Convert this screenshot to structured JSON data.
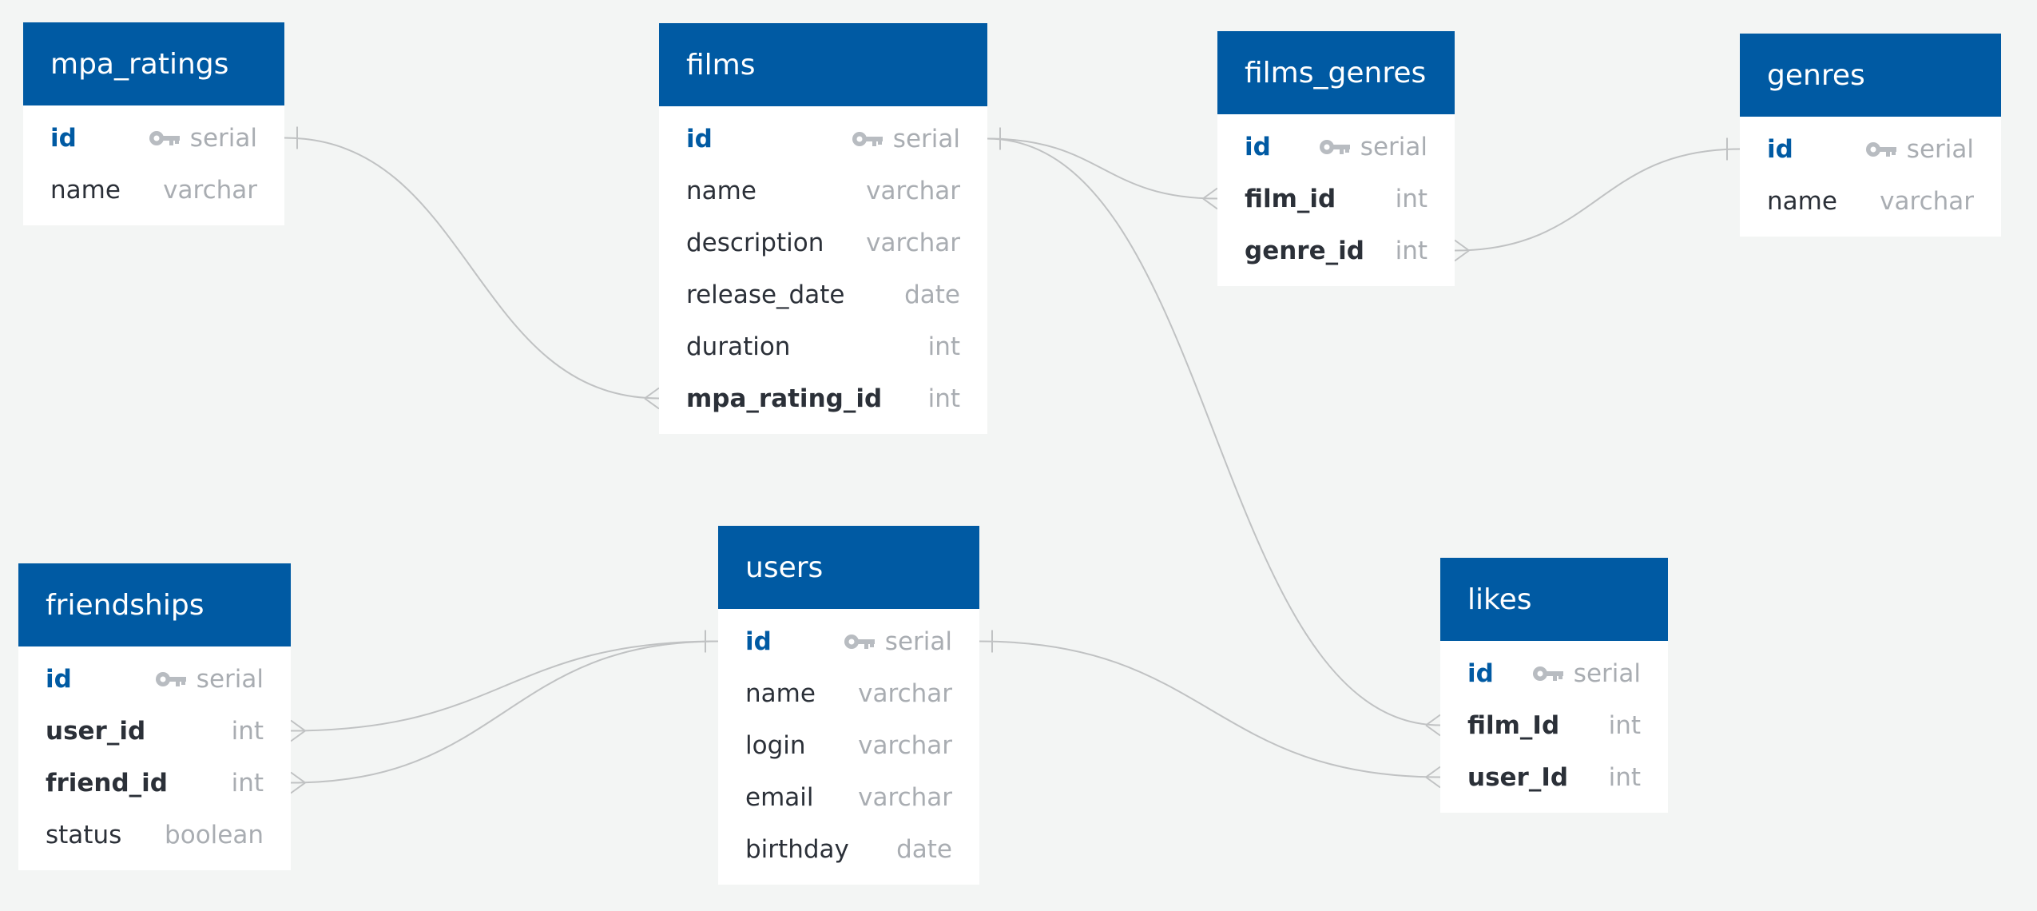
{
  "colors": {
    "header": "#005aa3",
    "pk": "#005aa3",
    "text": "#2b3038",
    "type": "#a9adb2",
    "line": "#c0c2c3",
    "background": "#f3f5f4"
  },
  "icons": {
    "primary_key": "key-icon"
  },
  "tables": {
    "mpa_ratings": {
      "title": "mpa_ratings",
      "fields": [
        {
          "name": "id",
          "type": "serial",
          "pk": true
        },
        {
          "name": "name",
          "type": "varchar"
        }
      ]
    },
    "films": {
      "title": "films",
      "fields": [
        {
          "name": "id",
          "type": "serial",
          "pk": true
        },
        {
          "name": "name",
          "type": "varchar"
        },
        {
          "name": "description",
          "type": "varchar"
        },
        {
          "name": "release_date",
          "type": "date"
        },
        {
          "name": "duration",
          "type": "int"
        },
        {
          "name": "mpa_rating_id",
          "type": "int",
          "fk": true
        }
      ]
    },
    "films_genres": {
      "title": "films_genres",
      "fields": [
        {
          "name": "id",
          "type": "serial",
          "pk": true
        },
        {
          "name": "film_id",
          "type": "int",
          "fk": true
        },
        {
          "name": "genre_id",
          "type": "int",
          "fk": true
        }
      ]
    },
    "genres": {
      "title": "genres",
      "fields": [
        {
          "name": "id",
          "type": "serial",
          "pk": true
        },
        {
          "name": "name",
          "type": "varchar"
        }
      ]
    },
    "friendships": {
      "title": "friendships",
      "fields": [
        {
          "name": "id",
          "type": "serial",
          "pk": true
        },
        {
          "name": "user_id",
          "type": "int",
          "fk": true
        },
        {
          "name": "friend_id",
          "type": "int",
          "fk": true
        },
        {
          "name": "status",
          "type": "boolean"
        }
      ]
    },
    "users": {
      "title": "users",
      "fields": [
        {
          "name": "id",
          "type": "serial",
          "pk": true
        },
        {
          "name": "name",
          "type": "varchar"
        },
        {
          "name": "login",
          "type": "varchar"
        },
        {
          "name": "email",
          "type": "varchar"
        },
        {
          "name": "birthday",
          "type": "date"
        }
      ]
    },
    "likes": {
      "title": "likes",
      "fields": [
        {
          "name": "id",
          "type": "serial",
          "pk": true
        },
        {
          "name": "film_Id",
          "type": "int",
          "fk": true
        },
        {
          "name": "user_Id",
          "type": "int",
          "fk": true
        }
      ]
    }
  },
  "relations": [
    {
      "from": "mpa_ratings.id",
      "to": "films.mpa_rating_id",
      "cardinality": "one-to-many"
    },
    {
      "from": "films.id",
      "to": "films_genres.film_id",
      "cardinality": "one-to-many"
    },
    {
      "from": "genres.id",
      "to": "films_genres.genre_id",
      "cardinality": "one-to-many"
    },
    {
      "from": "films.id",
      "to": "likes.film_Id",
      "cardinality": "one-to-many"
    },
    {
      "from": "users.id",
      "to": "likes.user_Id",
      "cardinality": "one-to-many"
    },
    {
      "from": "users.id",
      "to": "friendships.user_id",
      "cardinality": "one-to-many"
    },
    {
      "from": "users.id",
      "to": "friendships.friend_id",
      "cardinality": "one-to-many"
    }
  ]
}
